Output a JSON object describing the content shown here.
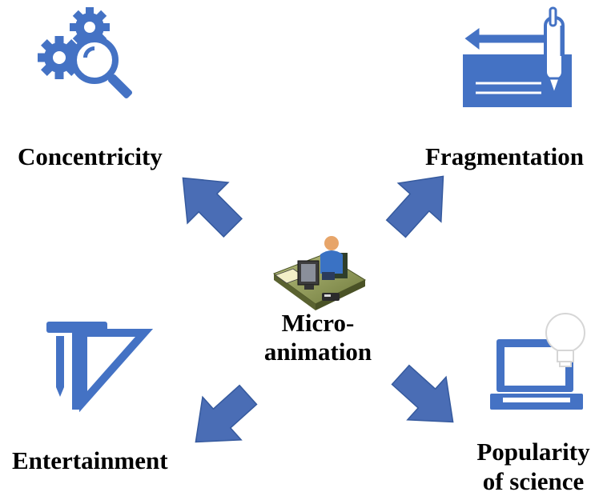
{
  "colors": {
    "accent": "#4472C4",
    "arrow": "#4A6DB5",
    "arrow_edge": "#365A9E",
    "text": "#000000"
  },
  "center": {
    "label_line1": "Micro-",
    "label_line2": "animation",
    "icon": "person-at-computer-icon"
  },
  "nodes": [
    {
      "id": "concentricity",
      "label": "Concentricity",
      "icon": "gears-magnifier-icon"
    },
    {
      "id": "fragmentation",
      "label": "Fragmentation",
      "icon": "pen-document-arrow-icon"
    },
    {
      "id": "entertainment",
      "label": "Entertainment",
      "icon": "drafting-tools-icon"
    },
    {
      "id": "popularity",
      "label_line1": "Popularity",
      "label_line2": "of science",
      "icon": "laptop-lightbulb-icon"
    }
  ]
}
